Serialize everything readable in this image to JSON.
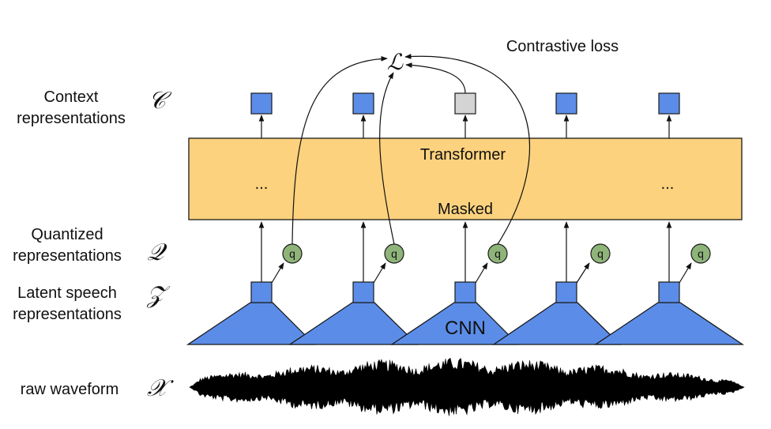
{
  "labels": {
    "context": [
      "Context",
      "representations"
    ],
    "quantized": [
      "Quantized",
      "representations"
    ],
    "latent": [
      "Latent speech",
      "representations"
    ],
    "raw": "raw waveform"
  },
  "symbols": {
    "context": "𝒞",
    "quantized": "𝒬",
    "latent": "𝒵",
    "raw": "𝒳",
    "loss": "ℒ"
  },
  "transformer": {
    "title": "Transformer",
    "masked": "Masked",
    "ellipsis_left": "...",
    "ellipsis_right": "..."
  },
  "contrastive_loss": "Contrastive loss",
  "cnn_label": "CNN",
  "quantizer_label": "q",
  "colors": {
    "context_box": "#5b8de8",
    "masked_box": "#d4d4d4",
    "transformer_fill": "#fdd27e",
    "cnn_fill": "#5b8de8",
    "quantizer_fill": "#8fb47a",
    "waveform": "#000000"
  }
}
